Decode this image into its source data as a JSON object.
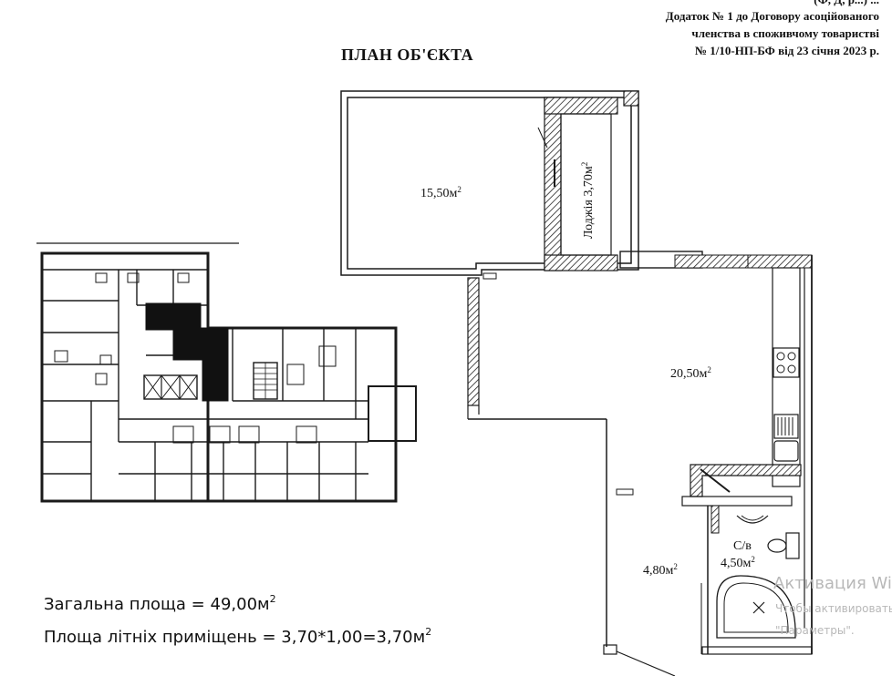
{
  "header": {
    "line0": "(Ф, Д, р...) ...",
    "line1": "Додаток № 1 до Договору асоційованого",
    "line2": "членства в споживчому товаристві",
    "line3": "№ 1/10-НП-БФ від 23 січня 2023 р."
  },
  "title": "ПЛАН ОБ'ЄКТА",
  "rooms": {
    "room_main": "15,50м",
    "loggia": "Лоджія 3,70м",
    "kitchen": "20,50м",
    "hall": "4,80м",
    "bath_label": "С/в",
    "bath": "4,50м",
    "sq": "2"
  },
  "summary": {
    "total": "Загальна площа = 49,00м",
    "summer": "Площа літніх приміщень = 3,70*1,00=3,70м",
    "sq": "2"
  },
  "watermark": {
    "line1": "Активация Windows",
    "line2": "Чтобы активировать Windows, перейдите в раздел",
    "line3": "\"Параметры\"."
  }
}
